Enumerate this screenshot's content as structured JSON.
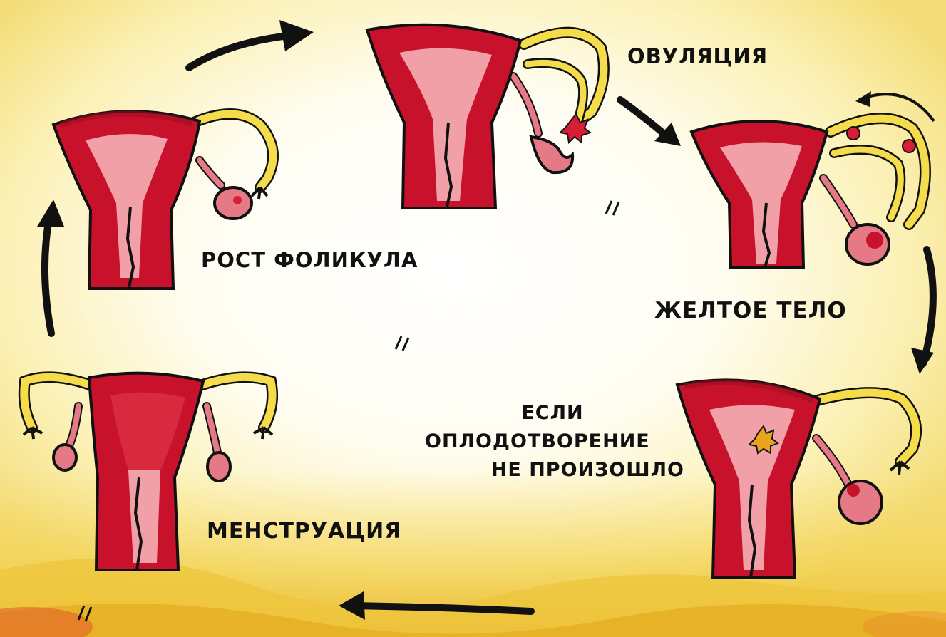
{
  "stages": {
    "follicle_growth": "РОСТ ФОЛИКУЛА",
    "ovulation": "ОВУЛЯЦИЯ",
    "corpus_luteum": "ЖЕЛТОЕ ТЕЛО",
    "menstruation": "МЕНСТРУАЦИЯ"
  },
  "condition": {
    "line1": "ЕСЛИ",
    "line2": "ОПЛОДОТВОРЕНИЕ",
    "line3": "НЕ ПРОИЗОШЛО"
  },
  "colors": {
    "background": "#fdf6c8",
    "uterus": "#c8122b",
    "uterus_dark": "#9e0d20",
    "lining": "#f2a0a8",
    "tube": "#f4dc4a",
    "ovary": "#e57a86",
    "egg": "#d81e36",
    "outline": "#111111",
    "accent_orange": "#e8a51c"
  },
  "icons": [
    "uterus-illustration",
    "ovary-icon",
    "egg-icon",
    "cycle-arrow-icon"
  ]
}
